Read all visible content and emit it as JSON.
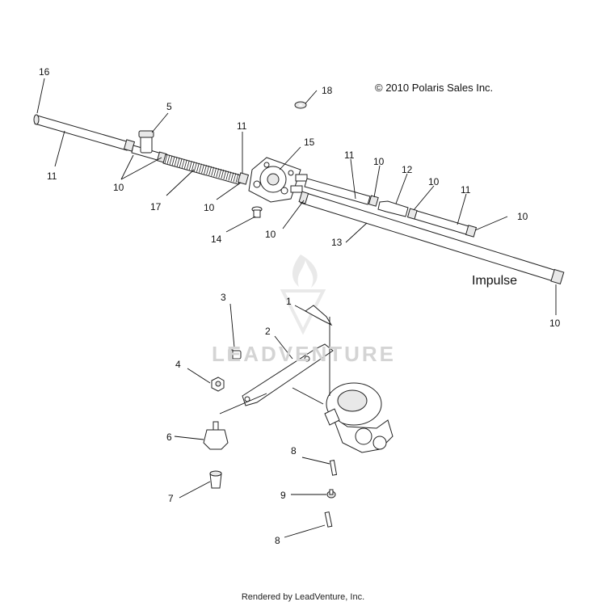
{
  "diagram": {
    "copyright": "© 2010 Polaris Sales Inc.",
    "model_label": "Impulse",
    "footer": "Rendered by LeadVenture, Inc.",
    "watermark": "LEADVENTURE",
    "callouts": [
      "16",
      "5",
      "11",
      "10",
      "17",
      "10",
      "11",
      "15",
      "14",
      "10",
      "11",
      "10",
      "12",
      "10",
      "11",
      "10",
      "13",
      "10",
      "18",
      "1",
      "2",
      "3",
      "4",
      "6",
      "7",
      "8",
      "9",
      "8"
    ]
  }
}
